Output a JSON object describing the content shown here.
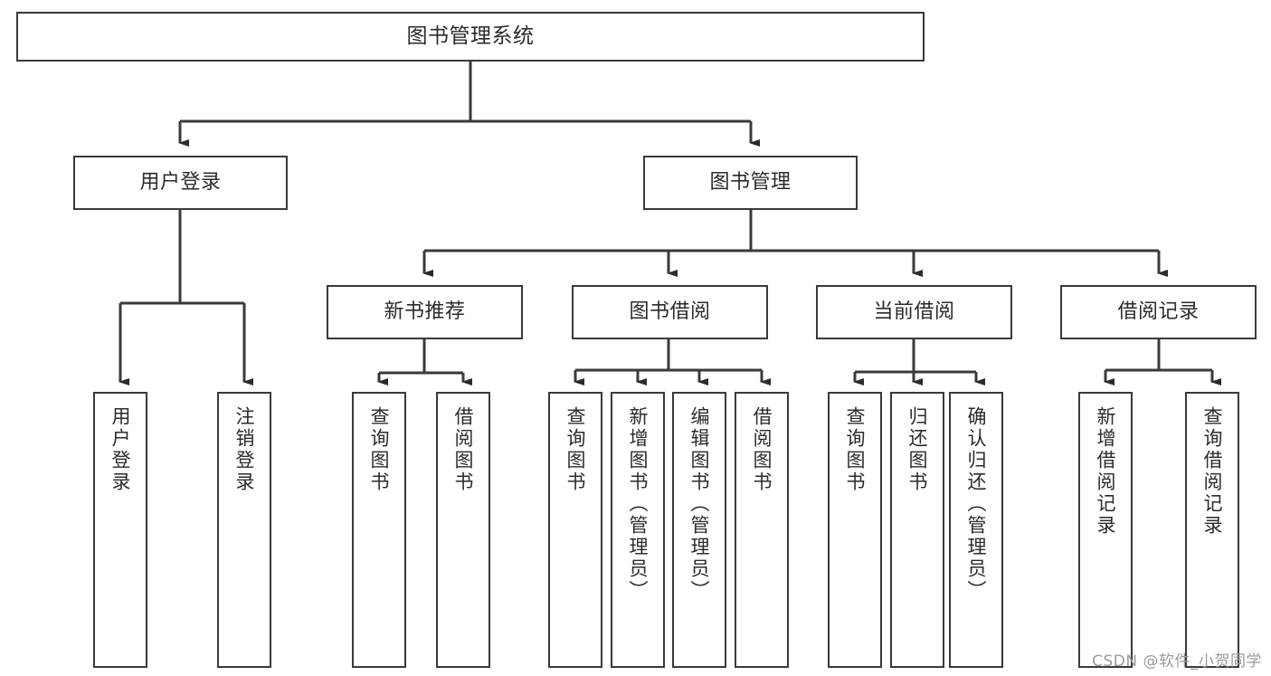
{
  "diagram": {
    "title": "图书管理系统",
    "type": "hierarchy-tree",
    "watermark": "CSDN @软件_小贺同学",
    "colors": {
      "stroke": "#3a3a3a",
      "text": "#2b2b2b",
      "background": "#ffffff",
      "watermark": "#9a9a9a"
    },
    "nodes": {
      "root": {
        "label": "图书管理系统"
      },
      "level2": [
        {
          "label": "用户登录"
        },
        {
          "label": "图书管理"
        }
      ],
      "level3": [
        {
          "label": "新书推荐"
        },
        {
          "label": "图书借阅"
        },
        {
          "label": "当前借阅"
        },
        {
          "label": "借阅记录"
        }
      ],
      "leaves": [
        {
          "label": "用户登录",
          "parent": "用户登录"
        },
        {
          "label": "注销登录",
          "parent": "用户登录"
        },
        {
          "label": "查询图书",
          "parent": "新书推荐"
        },
        {
          "label": "借阅图书",
          "parent": "新书推荐"
        },
        {
          "label": "查询图书",
          "parent": "图书借阅"
        },
        {
          "label": "新增图书（管理员）",
          "parent": "图书借阅"
        },
        {
          "label": "编辑图书（管理员）",
          "parent": "图书借阅"
        },
        {
          "label": "借阅图书",
          "parent": "图书借阅"
        },
        {
          "label": "查询图书",
          "parent": "当前借阅"
        },
        {
          "label": "归还图书",
          "parent": "当前借阅"
        },
        {
          "label": "确认归还（管理员）",
          "parent": "当前借阅"
        },
        {
          "label": "新增借阅记录",
          "parent": "借阅记录"
        },
        {
          "label": "查询借阅记录",
          "parent": "借阅记录"
        }
      ]
    }
  }
}
